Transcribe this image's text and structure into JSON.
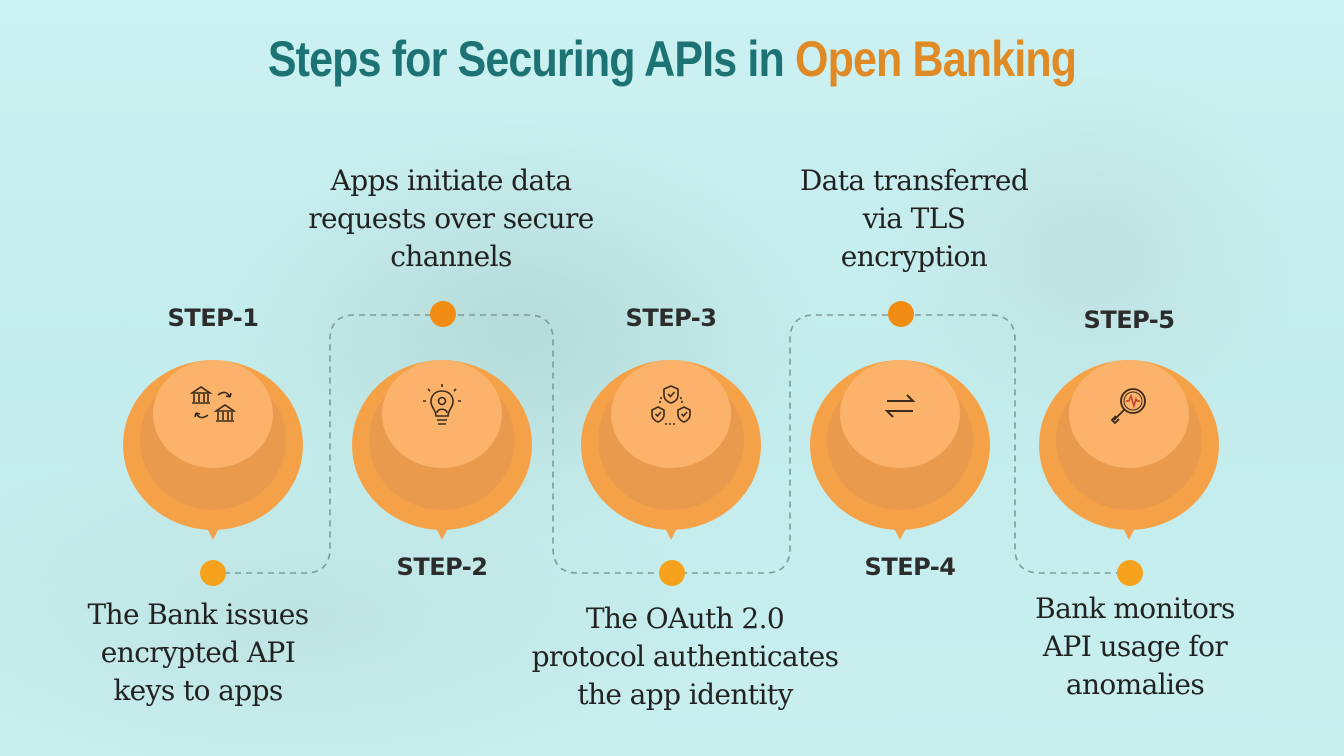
{
  "title": {
    "part1": "Steps for Securing APIs in",
    "part2": "Open Banking"
  },
  "steps": [
    {
      "label": "STEP-1",
      "icon": "bank-transfer-icon",
      "description": [
        "The Bank issues",
        "encrypted API",
        "keys to apps"
      ]
    },
    {
      "label": "STEP-2",
      "icon": "lightbulb-person-icon",
      "description": [
        "Apps initiate data",
        "requests over secure",
        "channels"
      ]
    },
    {
      "label": "STEP-3",
      "icon": "shield-network-icon",
      "description": [
        "The OAuth 2.0",
        "protocol authenticates",
        "the app identity"
      ]
    },
    {
      "label": "STEP-4",
      "icon": "transfer-arrows-icon",
      "description": [
        "Data transferred",
        "via TLS",
        "encryption"
      ]
    },
    {
      "label": "STEP-5",
      "icon": "magnifier-monitor-icon",
      "description": [
        "Bank monitors",
        "API usage for",
        "anomalies"
      ]
    }
  ],
  "colors": {
    "title_teal": "#1d7373",
    "title_orange": "#e08a25",
    "pin": "#f5a148",
    "dot": "#f6a21d"
  }
}
